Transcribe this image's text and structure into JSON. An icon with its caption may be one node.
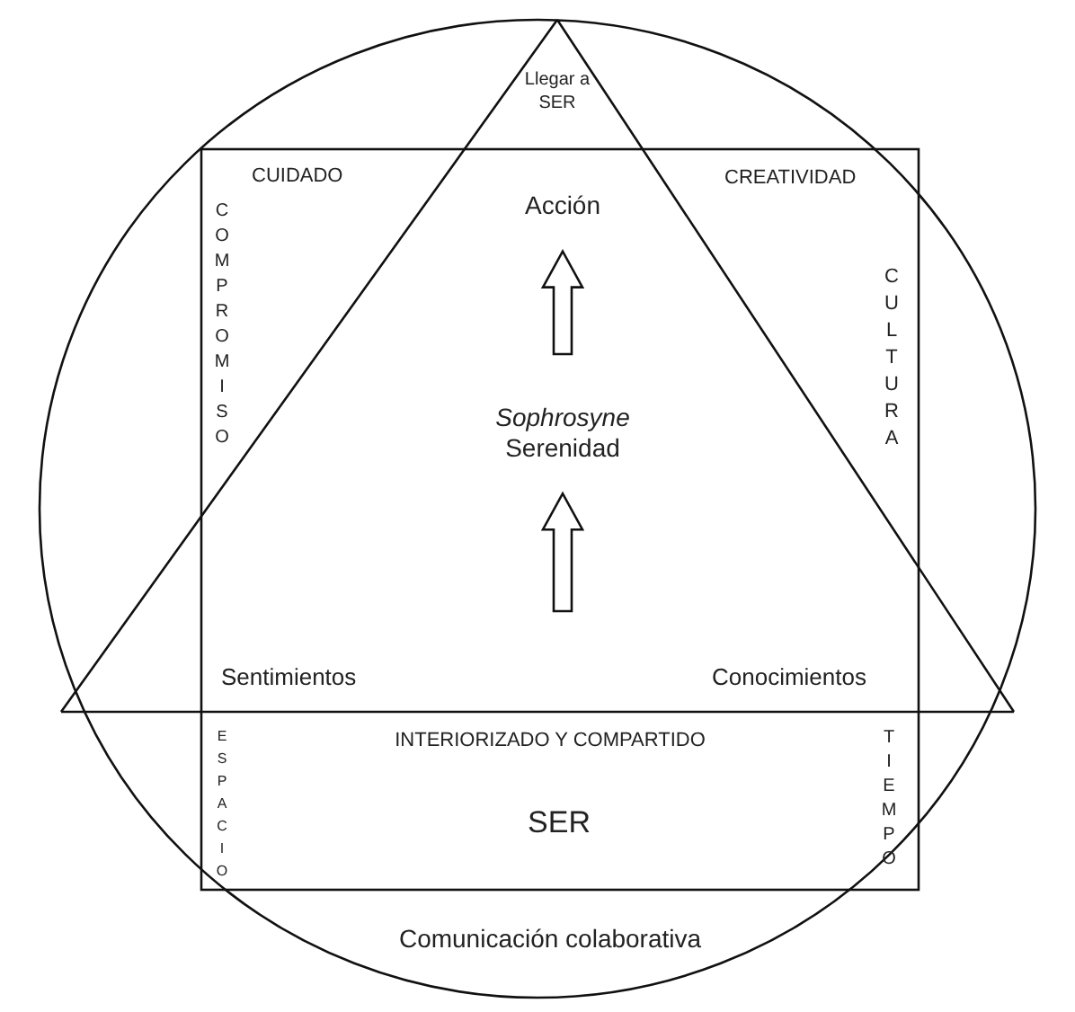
{
  "diagram": {
    "nodes": [
      {
        "text": [
          "Acción"
        ]
      },
      {
        "text": [
          "Sophrosyne",
          "Serenidad"
        ]
      }
    ],
    "edges": [
      {
        "from": 1,
        "to": 0,
        "arrow": "to"
      },
      {
        "from": null,
        "to": 1,
        "arrow": "to"
      }
    ],
    "labels": [
      "Llegar a SER",
      "CUIDADO",
      "CREATIVIDAD",
      "COMPROMISO",
      "CULTURA",
      "Sentimientos",
      "Conocimientos",
      "ESPACIO",
      "INTERIORIZADO Y COMPARTIDO",
      "TIEMPO",
      "SER",
      "Comunicación colaborativa"
    ]
  }
}
